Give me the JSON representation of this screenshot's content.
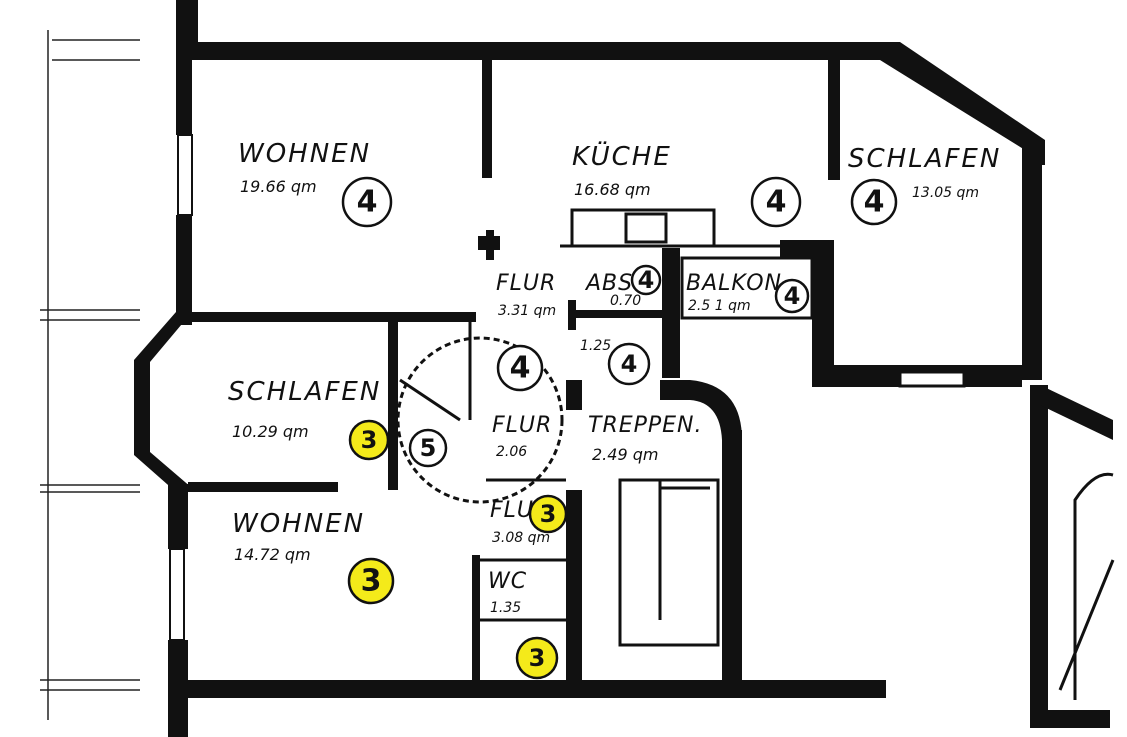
{
  "rooms": {
    "wohnen_upper": {
      "name": "WOHNEN",
      "area": "19.66 qm",
      "unit": "4"
    },
    "kueche": {
      "name": "KÜCHE",
      "area": "16.68 qm",
      "unit": "4"
    },
    "schlafen_upper": {
      "name": "SCHLAFEN",
      "area": "13.05 qm",
      "unit": "4"
    },
    "flur_upper": {
      "name": "FLUR",
      "area": "3.31 qm",
      "unit": "4"
    },
    "abst": {
      "name": "ABST",
      "area": "0.70",
      "unit": "4"
    },
    "balkon": {
      "name": "BALKON",
      "area": "2.5 1 qm",
      "unit": "4"
    },
    "bad_upper": {
      "area": "1.25",
      "unit": "4"
    },
    "schlafen_lower": {
      "name": "SCHLAFEN",
      "area": "10.29 qm",
      "unit": "3"
    },
    "flur_center": {
      "name": "FLUR",
      "area": "2.06",
      "unit": "5"
    },
    "treppen": {
      "name": "TREPPEN.",
      "area": "2.49 qm"
    },
    "wohnen_lower": {
      "name": "WOHNEN",
      "area": "14.72 qm",
      "unit": "3"
    },
    "flur_lower": {
      "name": "FLUR",
      "area": "3.08 qm",
      "unit": "3"
    },
    "wc": {
      "name": "WC",
      "area": "1.35",
      "unit": "3"
    }
  },
  "colors": {
    "wall": "#111111",
    "highlight": "#f4ea1a",
    "paper": "#ffffff"
  }
}
